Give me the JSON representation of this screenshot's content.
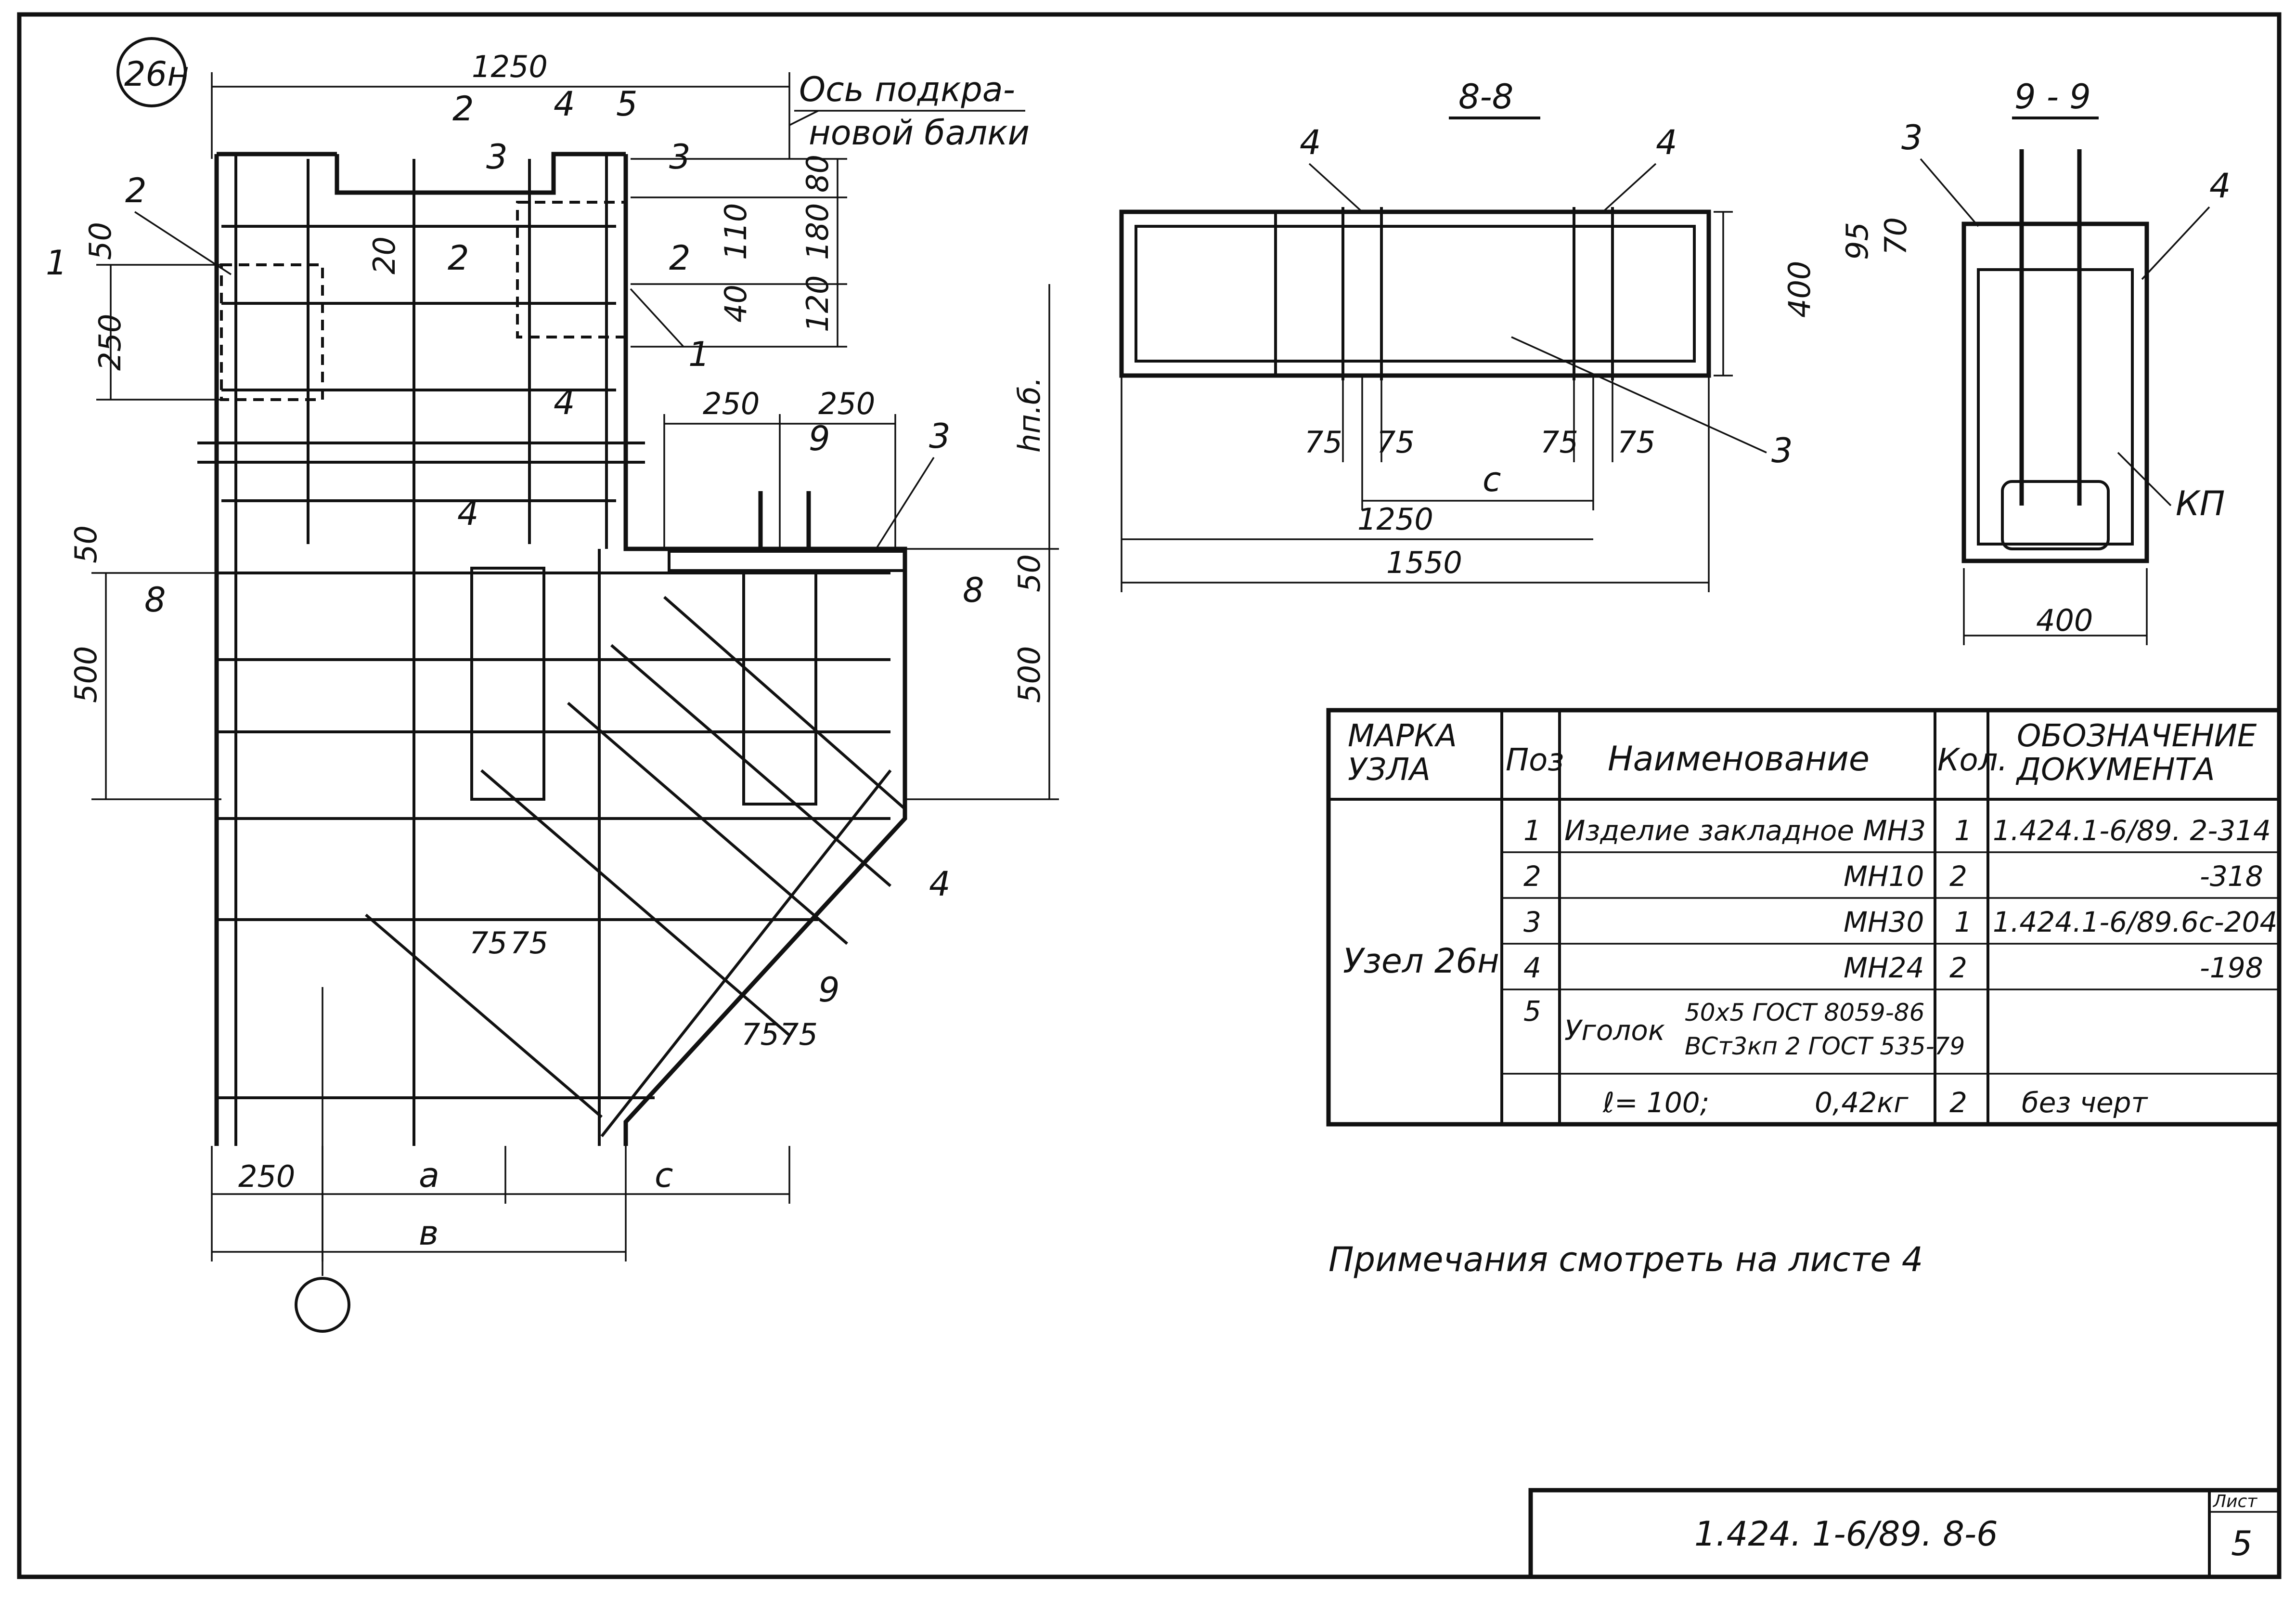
{
  "node_mark": "26н",
  "crane_beam_axis": [
    "Ось подкра-",
    "новой балки"
  ],
  "main_view": {
    "dim_top": "1250",
    "dims_right": [
      "80",
      "180",
      "120",
      "110",
      "40"
    ],
    "dim_20": "20",
    "dim_250_left": "250",
    "dim_50_left": "50",
    "dim_500_left": "500",
    "dim_50_lower_left": "50",
    "dim_250_a": "250",
    "dim_250_b": "250",
    "dim_hpb": "hп.б.",
    "dim_50_right": "50",
    "dim_500_right": "500",
    "dim_75_a": "75",
    "dim_75_b": "75",
    "dim_75_c": "75",
    "dim_75_d": "75",
    "bottom_250": "250",
    "bottom_a": "a",
    "bottom_c": "c",
    "bottom_b": "в",
    "positions": [
      "1",
      "2",
      "3",
      "4",
      "5"
    ],
    "sections": [
      "1",
      "2",
      "3",
      "8",
      "9"
    ]
  },
  "section_8": {
    "title": "8-8",
    "dim_400": "400",
    "dims_75": [
      "75",
      "75",
      "75",
      "75"
    ],
    "dim_c": "c",
    "dim_1250": "1250",
    "dim_1550": "1550",
    "labels": [
      "4",
      "4",
      "3"
    ]
  },
  "section_9": {
    "title": "9 - 9",
    "dim_95": "95",
    "dim_70": "70",
    "dim_400": "400",
    "labels": [
      "3",
      "4"
    ],
    "kp": "КП"
  },
  "spec_table": {
    "headers": [
      "Марка узла",
      "Поз",
      "Наименование",
      "Кол.",
      "Обозначение документа"
    ],
    "node": "Узел 26н",
    "rows": [
      {
        "pos": "1",
        "name": "Изделие закладное МН3",
        "qty": "1",
        "doc": "1.424.1-6/89. 2-314"
      },
      {
        "pos": "2",
        "name": "МН10",
        "qty": "2",
        "doc": "-318"
      },
      {
        "pos": "3",
        "name": "МН30",
        "qty": "1",
        "doc": "1.424.1-6/89.6с-204"
      },
      {
        "pos": "4",
        "name": "МН24",
        "qty": "2",
        "doc": "-198"
      },
      {
        "pos": "5",
        "name": "Уголок",
        "name2": "50x5 ГОСТ 8059-86",
        "name3": "ВСт3кп 2 ГОСТ 535-79",
        "qty": "",
        "doc": ""
      },
      {
        "pos": "",
        "name": "ℓ= 100;",
        "mass": "0,42кг",
        "qty": "2",
        "doc": "без черт"
      }
    ]
  },
  "notes": "Примечания смотреть на листе 4",
  "title_block": {
    "code": "1.424. 1-6/89. 8-6",
    "sheet_label": "Лист",
    "sheet_no": "5"
  }
}
